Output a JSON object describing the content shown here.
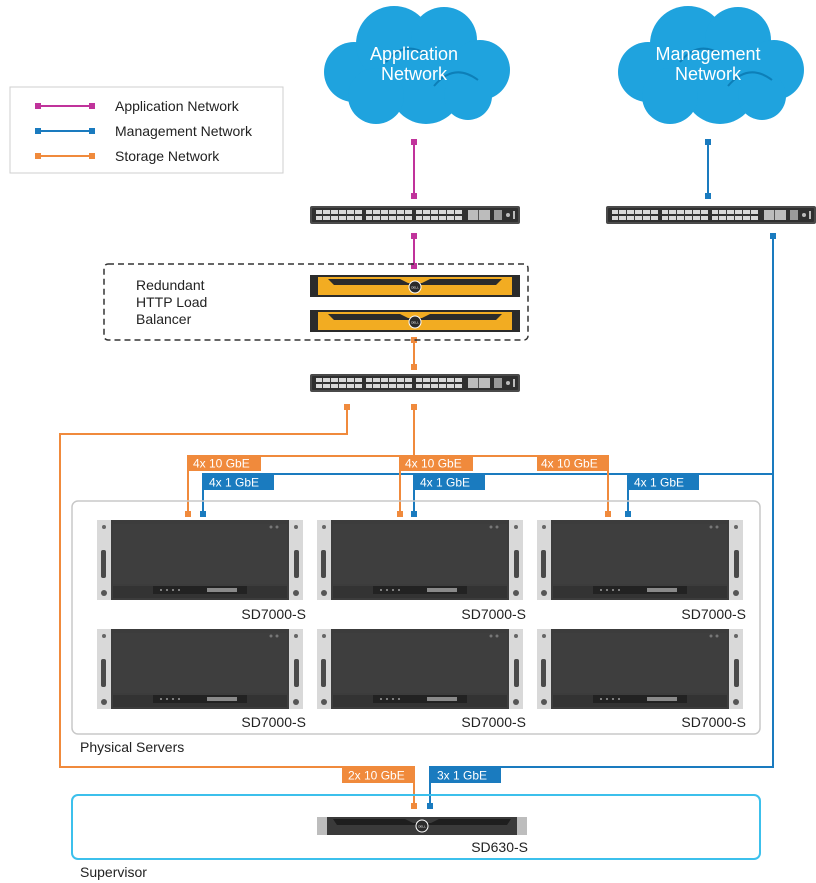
{
  "colors": {
    "application": "#c0339b",
    "management": "#1a7bbf",
    "storage": "#f08a3c",
    "cloud": "#1fa3de",
    "supervisor_border": "#3cc0ec",
    "server_group_border": "#c8c8c8",
    "balancer": "#f2ac22"
  },
  "clouds": {
    "application": {
      "line1": "Application",
      "line2": "Network"
    },
    "management": {
      "line1": "Management",
      "line2": "Network"
    }
  },
  "legend": [
    {
      "label": "Application Network",
      "network": "application"
    },
    {
      "label": "Management Network",
      "network": "management"
    },
    {
      "label": "Storage Network",
      "network": "storage"
    }
  ],
  "load_balancer": {
    "line1": "Redundant",
    "line2": "HTTP Load",
    "line3": "Balancer"
  },
  "links": {
    "storage_10g": "4x 10 GbE",
    "management_1g": "4x 1 GbE",
    "supervisor_storage": "2x 10 GbE",
    "supervisor_management": "3x 1 GbE"
  },
  "servers": [
    "SD7000-S",
    "SD7000-S",
    "SD7000-S",
    "SD7000-S",
    "SD7000-S",
    "SD7000-S"
  ],
  "server_group_label": "Physical Servers",
  "supervisor": {
    "server_label": "SD630-S",
    "group_label": "Supervisor"
  }
}
